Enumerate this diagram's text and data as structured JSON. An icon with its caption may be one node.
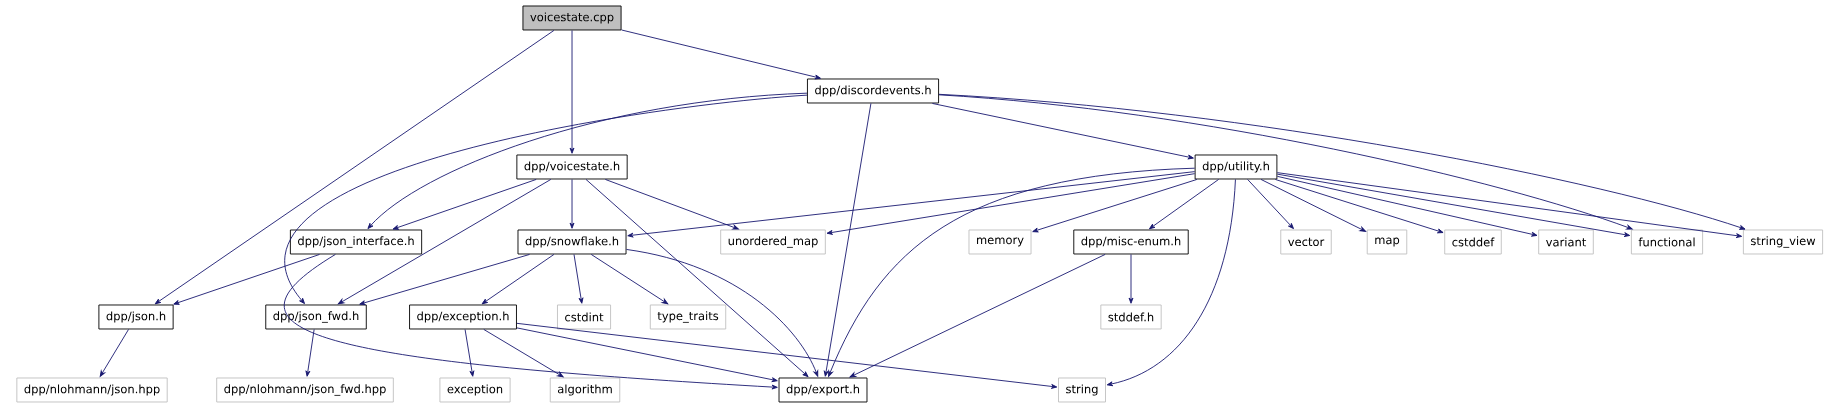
{
  "diagram": {
    "nodes": [
      {
        "text": [
          "voicestate.cpp"
        ]
      },
      {
        "text": [
          "dpp/discordevents.h"
        ]
      },
      {
        "text": [
          "dpp/voicestate.h"
        ]
      },
      {
        "text": [
          "dpp/utility.h"
        ]
      },
      {
        "text": [
          "dpp/json_interface.h"
        ]
      },
      {
        "text": [
          "dpp/snowflake.h"
        ]
      },
      {
        "text": [
          "unordered_map"
        ]
      },
      {
        "text": [
          "memory"
        ]
      },
      {
        "text": [
          "dpp/misc-enum.h"
        ]
      },
      {
        "text": [
          "vector"
        ]
      },
      {
        "text": [
          "map"
        ]
      },
      {
        "text": [
          "cstddef"
        ]
      },
      {
        "text": [
          "variant"
        ]
      },
      {
        "text": [
          "functional"
        ]
      },
      {
        "text": [
          "string_view"
        ]
      },
      {
        "text": [
          "dpp/json.h"
        ]
      },
      {
        "text": [
          "dpp/json_fwd.h"
        ]
      },
      {
        "text": [
          "dpp/exception.h"
        ]
      },
      {
        "text": [
          "cstdint"
        ]
      },
      {
        "text": [
          "type_traits"
        ]
      },
      {
        "text": [
          "stddef.h"
        ]
      },
      {
        "text": [
          "dpp/nlohmann/json.hpp"
        ]
      },
      {
        "text": [
          "dpp/nlohmann/json_fwd.hpp"
        ]
      },
      {
        "text": [
          "exception"
        ]
      },
      {
        "text": [
          "algorithm"
        ]
      },
      {
        "text": [
          "dpp/export.h"
        ]
      },
      {
        "text": [
          "string"
        ]
      }
    ],
    "edges": [
      {
        "from": 0,
        "to": 1,
        "arrow": "to"
      },
      {
        "from": 0,
        "to": 2,
        "arrow": "to"
      },
      {
        "from": 0,
        "to": 15,
        "arrow": "to"
      },
      {
        "from": 1,
        "to": 3,
        "arrow": "to"
      },
      {
        "from": 1,
        "to": 4,
        "arrow": "to"
      },
      {
        "from": 1,
        "to": 16,
        "arrow": "to"
      },
      {
        "from": 1,
        "to": 25,
        "arrow": "to"
      },
      {
        "from": 1,
        "to": 13,
        "arrow": "to"
      },
      {
        "from": 1,
        "to": 14,
        "arrow": "to"
      },
      {
        "from": 2,
        "to": 4,
        "arrow": "to"
      },
      {
        "from": 2,
        "to": 5,
        "arrow": "to"
      },
      {
        "from": 2,
        "to": 6,
        "arrow": "to"
      },
      {
        "from": 2,
        "to": 16,
        "arrow": "to"
      },
      {
        "from": 2,
        "to": 25,
        "arrow": "to"
      },
      {
        "from": 3,
        "to": 5,
        "arrow": "to"
      },
      {
        "from": 3,
        "to": 6,
        "arrow": "to"
      },
      {
        "from": 3,
        "to": 7,
        "arrow": "to"
      },
      {
        "from": 3,
        "to": 8,
        "arrow": "to"
      },
      {
        "from": 3,
        "to": 9,
        "arrow": "to"
      },
      {
        "from": 3,
        "to": 10,
        "arrow": "to"
      },
      {
        "from": 3,
        "to": 11,
        "arrow": "to"
      },
      {
        "from": 3,
        "to": 12,
        "arrow": "to"
      },
      {
        "from": 3,
        "to": 13,
        "arrow": "to"
      },
      {
        "from": 3,
        "to": 14,
        "arrow": "to"
      },
      {
        "from": 3,
        "to": 25,
        "arrow": "to"
      },
      {
        "from": 3,
        "to": 26,
        "arrow": "to"
      },
      {
        "from": 4,
        "to": 15,
        "arrow": "to"
      },
      {
        "from": 4,
        "to": 25,
        "arrow": "to"
      },
      {
        "from": 5,
        "to": 16,
        "arrow": "to"
      },
      {
        "from": 5,
        "to": 17,
        "arrow": "to"
      },
      {
        "from": 5,
        "to": 18,
        "arrow": "to"
      },
      {
        "from": 5,
        "to": 19,
        "arrow": "to"
      },
      {
        "from": 5,
        "to": 25,
        "arrow": "to"
      },
      {
        "from": 8,
        "to": 20,
        "arrow": "to"
      },
      {
        "from": 8,
        "to": 25,
        "arrow": "to"
      },
      {
        "from": 15,
        "to": 21,
        "arrow": "to"
      },
      {
        "from": 16,
        "to": 22,
        "arrow": "to"
      },
      {
        "from": 17,
        "to": 23,
        "arrow": "to"
      },
      {
        "from": 17,
        "to": 24,
        "arrow": "to"
      },
      {
        "from": 17,
        "to": 25,
        "arrow": "to"
      },
      {
        "from": 17,
        "to": 26,
        "arrow": "to"
      }
    ]
  }
}
